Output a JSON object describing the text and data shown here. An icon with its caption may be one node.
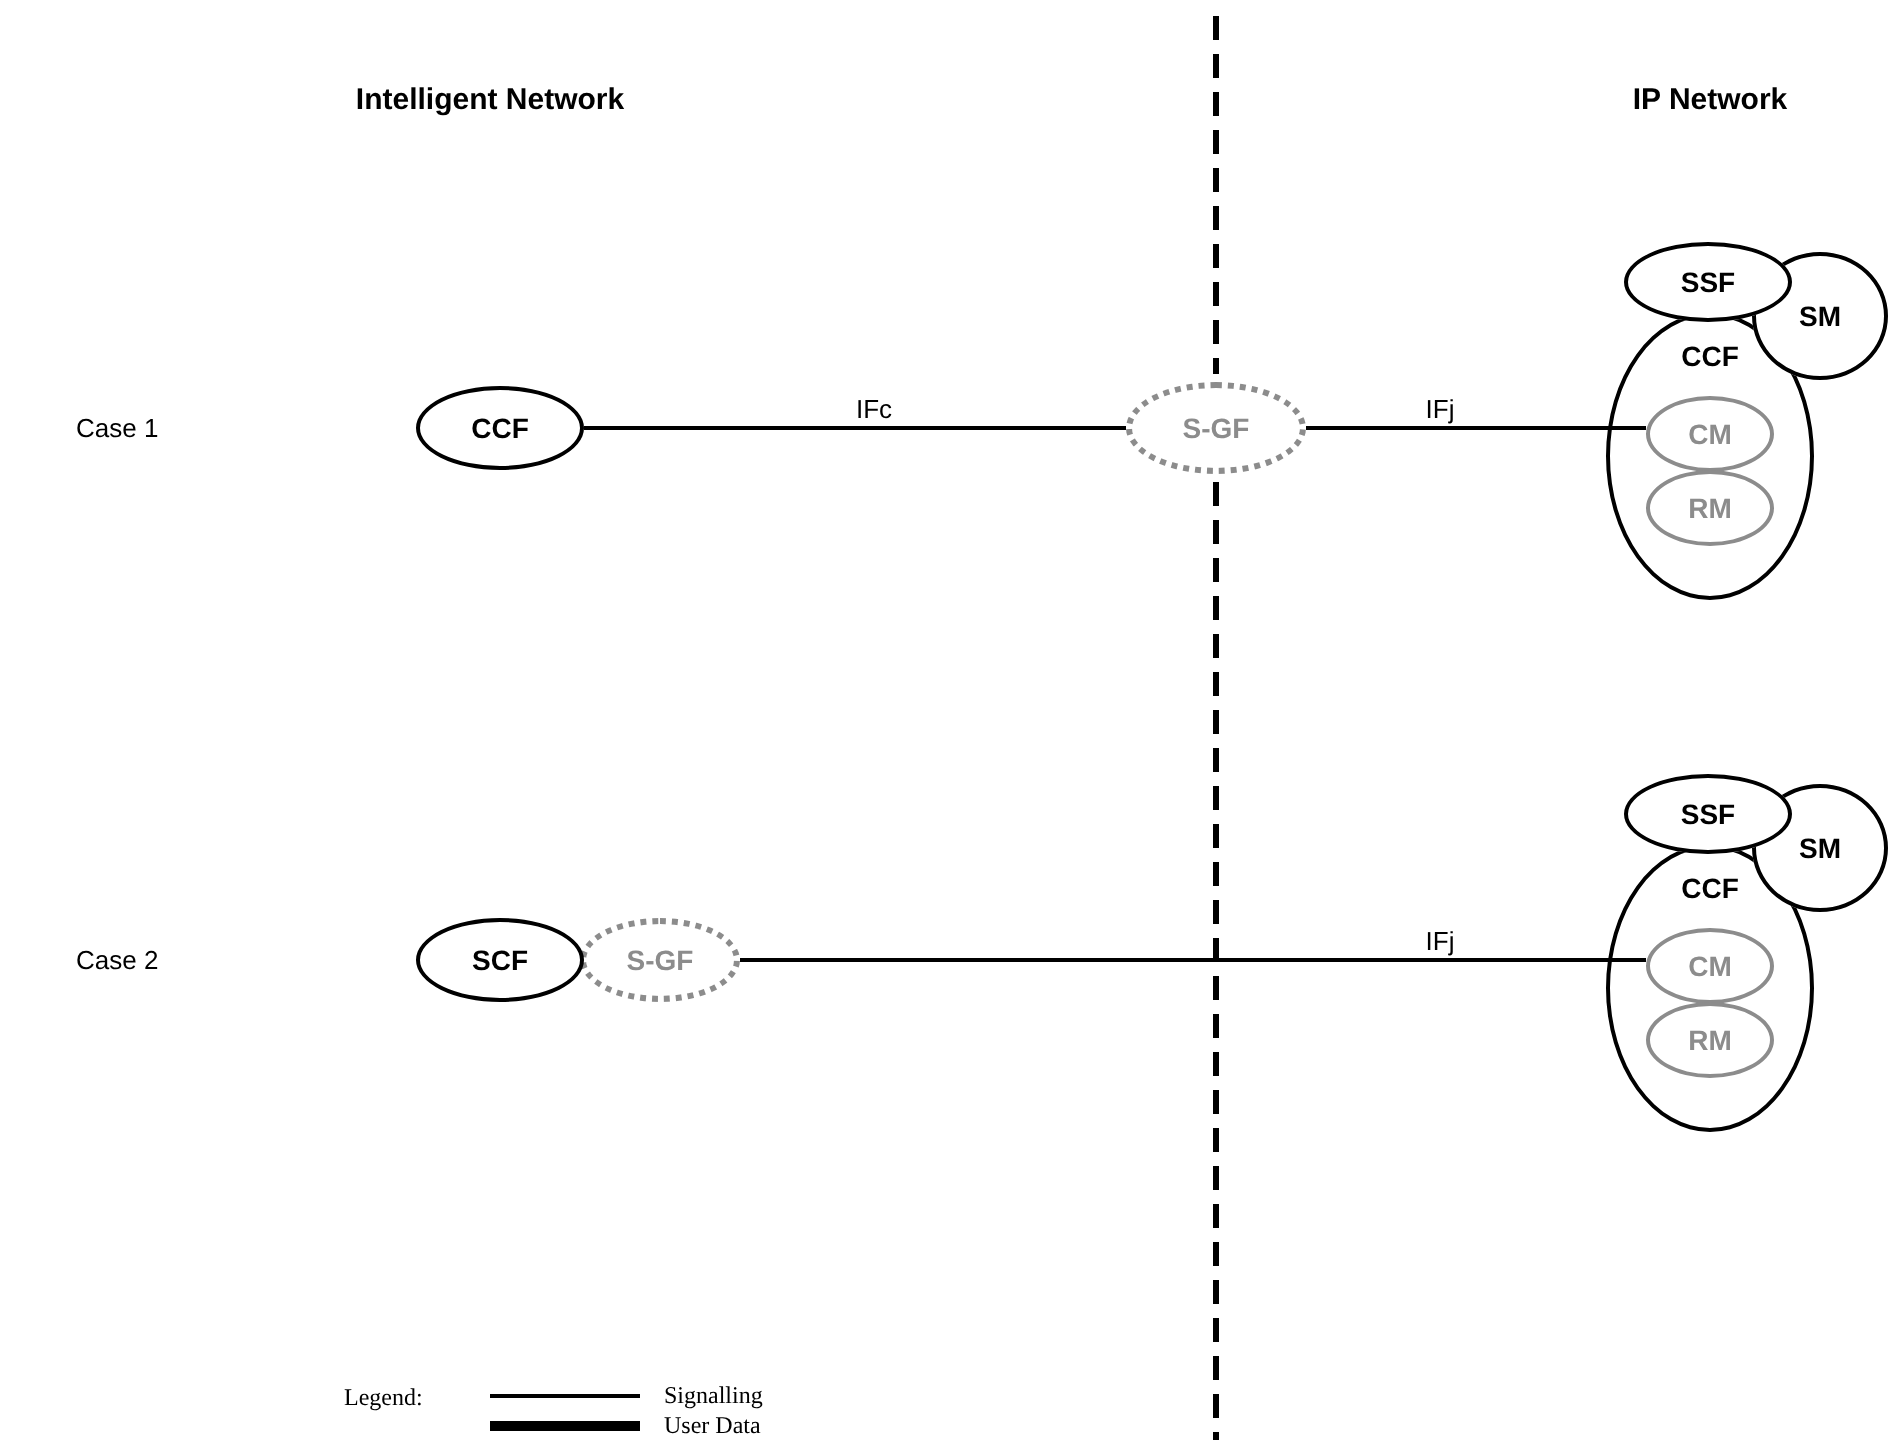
{
  "diagram": {
    "nodes": [
      {
        "text": [
          "CCF"
        ]
      },
      {
        "text": [
          "S-GF"
        ]
      },
      {
        "text": [
          "CCF"
        ]
      },
      {
        "text": [
          "SSF"
        ]
      },
      {
        "text": [
          "SM"
        ]
      },
      {
        "text": [
          "CM"
        ],
        "in": 2
      },
      {
        "text": [
          "RM"
        ],
        "in": 2
      },
      {
        "text": [
          "SCF"
        ]
      },
      {
        "text": [
          "S-GF"
        ]
      },
      {
        "text": [
          "CCF"
        ]
      },
      {
        "text": [
          "SSF"
        ]
      },
      {
        "text": [
          "SM"
        ]
      },
      {
        "text": [
          "CM"
        ],
        "in": 9
      },
      {
        "text": [
          "RM"
        ],
        "in": 9
      }
    ],
    "edges": [
      {
        "from": 0,
        "to": 1,
        "arrow": "none",
        "label": "IFc"
      },
      {
        "from": 1,
        "to": 5,
        "arrow": "none",
        "label": "IFj"
      },
      {
        "from": 8,
        "to": 12,
        "arrow": "none",
        "label": "IFj"
      }
    ],
    "labels": [
      "Intelligent Network",
      "IP Network",
      "Case 1",
      "Case 2",
      "Legend:"
    ],
    "legend": [
      {
        "text": "Signalling"
      },
      {
        "text": "User Data"
      }
    ]
  }
}
